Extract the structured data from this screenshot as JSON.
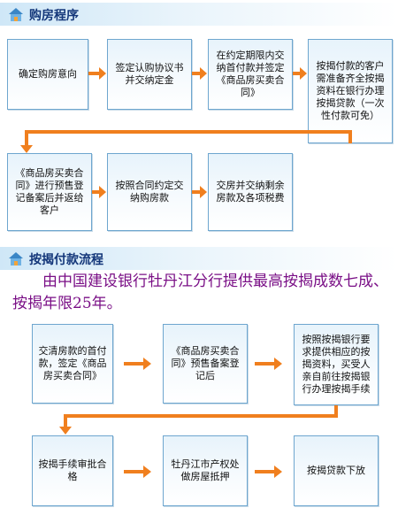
{
  "section1": {
    "title": "购房程序",
    "steps": [
      "确定购房意向",
      "签定认购协议书并交纳定金",
      "在约定期限内交纳首付款并签定《商品房买卖合同》",
      "按揭付款的客户需准备齐全按揭资料在银行办理按揭贷款（一次性付款可免）",
      "《商品房买卖合同》进行预售登记备案后并返给客户",
      "按照合同约定交纳购房款",
      "交房并交纳剩余房款及各项税费"
    ]
  },
  "section2": {
    "title": "按揭付款流程",
    "intro": "由中国建设银行牡丹江分行提供最高按揭成数七成、按揭年限25年。",
    "steps": [
      "交清房款的首付款，签定《商品房买卖合同》",
      "《商品房买卖合同》预售备案登记后",
      "按照按揭银行要求提供相应的按揭资料，买受人亲自前往按揭银行办理按揭手续",
      "按揭手续审批合格",
      "牡丹江市产权处做房屋抵押",
      "按揭贷款下放"
    ]
  },
  "colors": {
    "box_border": "#6ea6cf",
    "arrow": "#f07f1e",
    "intro_text": "#7a0f86",
    "title": "#14377a"
  }
}
